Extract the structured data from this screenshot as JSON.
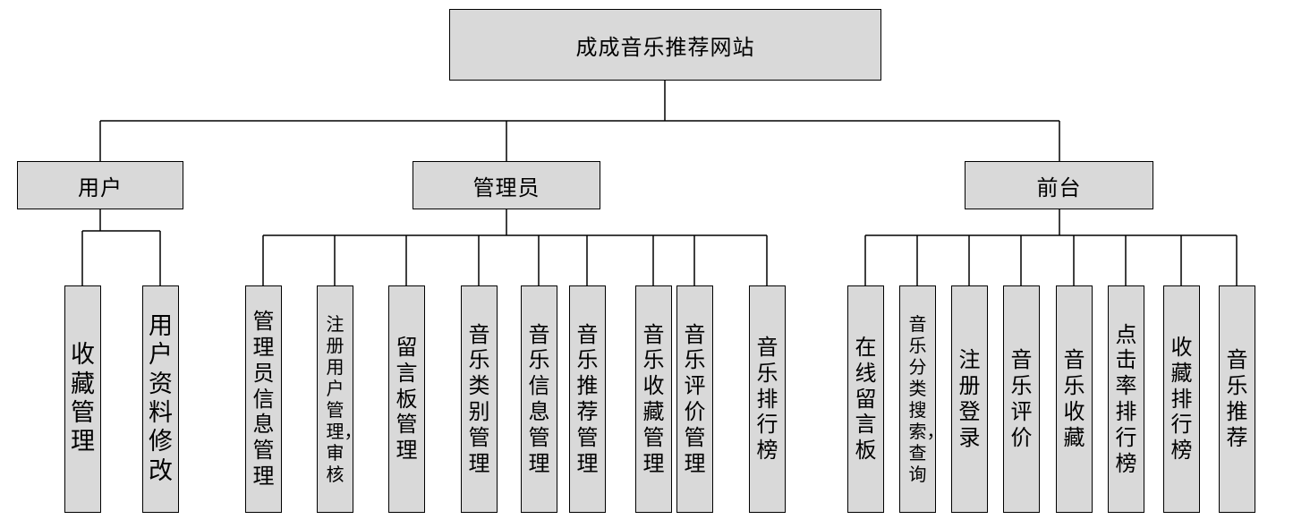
{
  "root": {
    "label": "成成音乐推荐网站"
  },
  "groups": {
    "user": {
      "label": "用户",
      "items": [
        "收藏管理",
        "用户资料修改"
      ]
    },
    "admin": {
      "label": "管理员",
      "items": [
        "管理员信息管理",
        "注册用户管理，审核",
        "留言板管理",
        "音乐类别管理",
        "音乐信息管理",
        "音乐推荐管理",
        "音乐收藏管理",
        "音乐评价管理",
        "音乐排行榜"
      ]
    },
    "front": {
      "label": "前台",
      "items": [
        "在线留言板",
        "音乐分类搜索，查询",
        "注册登录",
        "音乐评价",
        "音乐收藏",
        "点击率排行榜",
        "收藏排行榜",
        "音乐推荐"
      ]
    }
  },
  "colors": {
    "box_fill": "#d9d9d9",
    "line": "#000000"
  }
}
